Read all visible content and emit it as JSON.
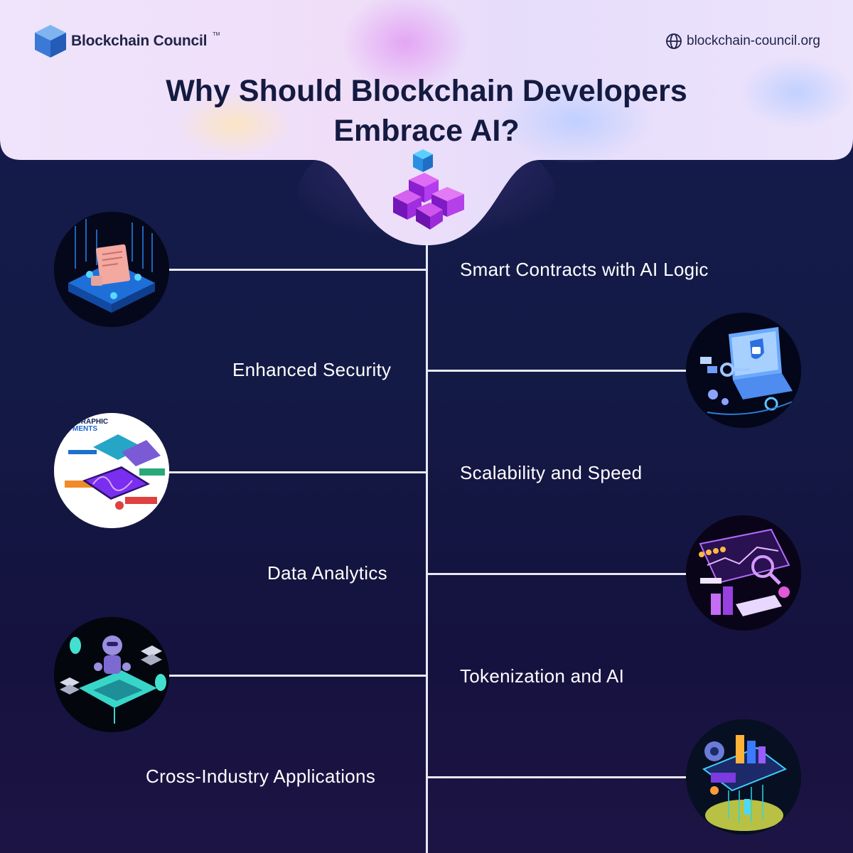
{
  "brand": {
    "name": "Blockchain Council",
    "trademark": "TM",
    "website": "blockchain-council.org"
  },
  "title": {
    "line1": "Why Should Blockchain Developers",
    "line2": "Embrace AI?"
  },
  "items": [
    {
      "label": "Smart Contracts with AI Logic",
      "icon": "smart-contract-icon"
    },
    {
      "label": "Enhanced Security",
      "icon": "security-laptop-icon"
    },
    {
      "label": "Scalability and Speed",
      "icon": "infographic-tablet-icon"
    },
    {
      "label": "Data Analytics",
      "icon": "analytics-dashboard-icon"
    },
    {
      "label": "Tokenization and AI",
      "icon": "robot-icon"
    },
    {
      "label": "Cross-Industry Applications",
      "icon": "phone-city-icon"
    }
  ],
  "illustration_text": {
    "infographic": "GRAPHIC",
    "elements": "MENTS"
  },
  "colors": {
    "background": "#151c4d",
    "header": "#eee2fb",
    "title": "#141a40",
    "line": "#e8e9f2",
    "text": "#ffffff"
  }
}
